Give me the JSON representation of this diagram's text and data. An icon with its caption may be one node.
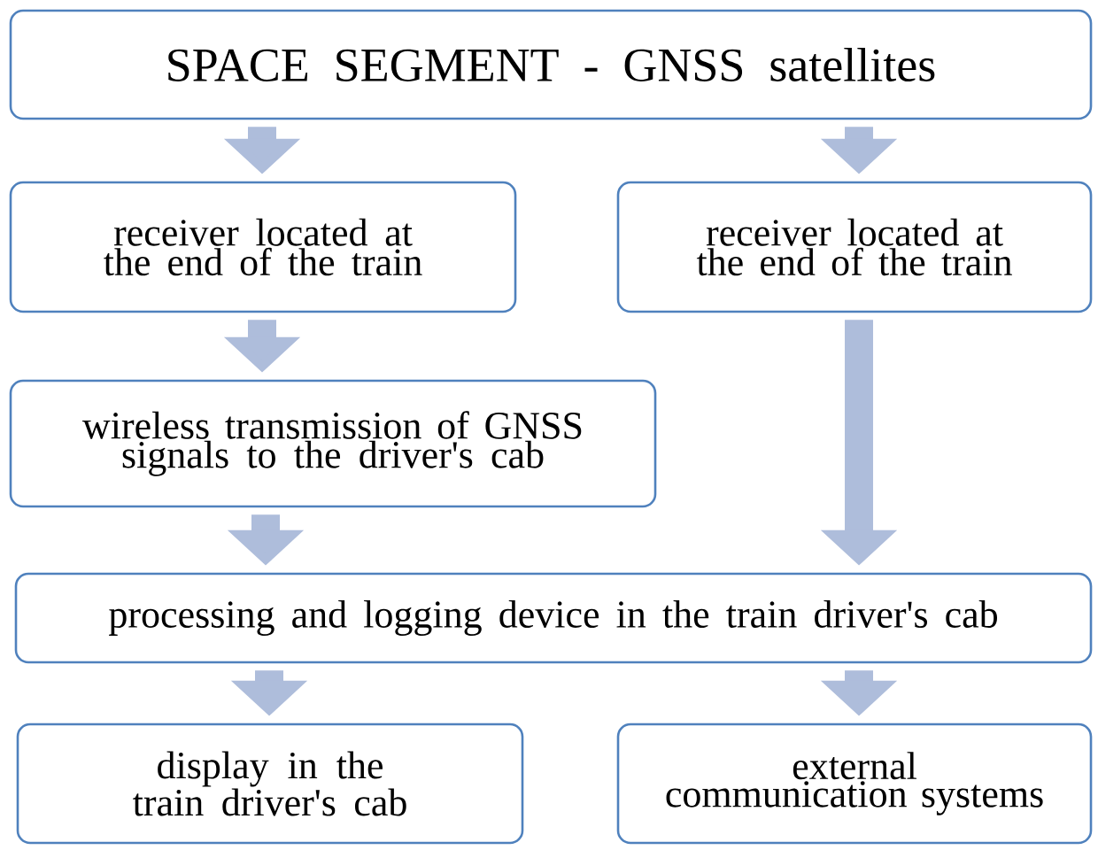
{
  "diagram": {
    "nodes": [
      {
        "text": [
          "SPACE SEGMENT - GNSS satellites"
        ]
      },
      {
        "text": [
          "receiver located at the end of the train"
        ]
      },
      {
        "text": [
          "receiver located at the end of the train"
        ]
      },
      {
        "text": [
          "wireless transmission of GNSS signals to the driver's cab"
        ]
      },
      {
        "text": [
          "processing and logging device in the train driver's cab"
        ]
      },
      {
        "text": [
          "display in the train driver's cab"
        ]
      },
      {
        "text": [
          "external communication systems"
        ]
      }
    ],
    "edges": [
      {
        "from": 0,
        "to": 1,
        "arrow": "to"
      },
      {
        "from": 0,
        "to": 2,
        "arrow": "to"
      },
      {
        "from": 1,
        "to": 3,
        "arrow": "to"
      },
      {
        "from": 3,
        "to": 4,
        "arrow": "to"
      },
      {
        "from": 2,
        "to": 4,
        "arrow": "to"
      },
      {
        "from": 4,
        "to": 5,
        "arrow": "to"
      },
      {
        "from": 4,
        "to": 6,
        "arrow": "to"
      }
    ]
  }
}
